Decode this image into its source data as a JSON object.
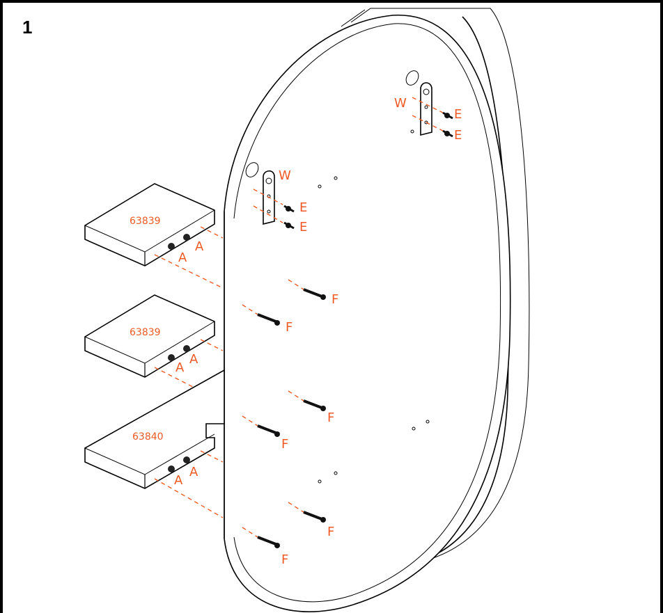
{
  "step": {
    "number": "1"
  },
  "parts": {
    "shelf_top": "63839",
    "shelf_middle": "63839",
    "shelf_bottom": "63840"
  },
  "labels": {
    "A": "A",
    "E": "E",
    "F": "F",
    "W": "W"
  },
  "colors": {
    "callout": "#ef5a24",
    "line": "#000000",
    "background": "#ffffff"
  }
}
